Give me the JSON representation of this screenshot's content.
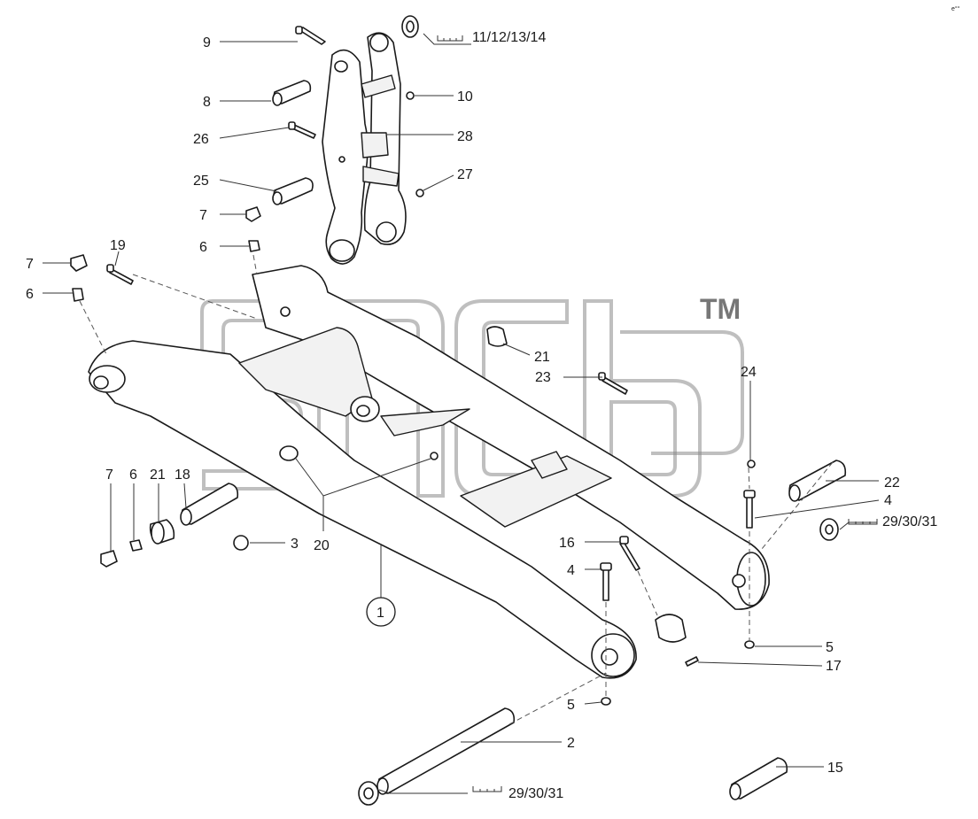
{
  "diagram": {
    "corner_mark": "e°°",
    "watermark_text": "TM",
    "callouts": [
      {
        "id": "c9",
        "label": "9"
      },
      {
        "id": "c8",
        "label": "8"
      },
      {
        "id": "c26",
        "label": "26"
      },
      {
        "id": "c25",
        "label": "25"
      },
      {
        "id": "c7a",
        "label": "7"
      },
      {
        "id": "c6a",
        "label": "6"
      },
      {
        "id": "c7b",
        "label": "7"
      },
      {
        "id": "c6b",
        "label": "6"
      },
      {
        "id": "c19",
        "label": "19"
      },
      {
        "id": "c10",
        "label": "10"
      },
      {
        "id": "c28",
        "label": "28"
      },
      {
        "id": "c27",
        "label": "27"
      },
      {
        "id": "cref1",
        "label": "11/12/13/14"
      },
      {
        "id": "c21a",
        "label": "21"
      },
      {
        "id": "c23",
        "label": "23"
      },
      {
        "id": "c24",
        "label": "24"
      },
      {
        "id": "c22",
        "label": "22"
      },
      {
        "id": "c4a",
        "label": "4"
      },
      {
        "id": "cref2",
        "label": "29/30/31"
      },
      {
        "id": "c16",
        "label": "16"
      },
      {
        "id": "c4b",
        "label": "4"
      },
      {
        "id": "c5a",
        "label": "5"
      },
      {
        "id": "c17",
        "label": "17"
      },
      {
        "id": "c5b",
        "label": "5"
      },
      {
        "id": "c2",
        "label": "2"
      },
      {
        "id": "c15",
        "label": "15"
      },
      {
        "id": "cref3",
        "label": "29/30/31"
      },
      {
        "id": "c7c",
        "label": "7"
      },
      {
        "id": "c6c",
        "label": "6"
      },
      {
        "id": "c21b",
        "label": "21"
      },
      {
        "id": "c18",
        "label": "18"
      },
      {
        "id": "c3",
        "label": "3"
      },
      {
        "id": "c20",
        "label": "20"
      },
      {
        "id": "c1",
        "label": "1"
      }
    ]
  }
}
